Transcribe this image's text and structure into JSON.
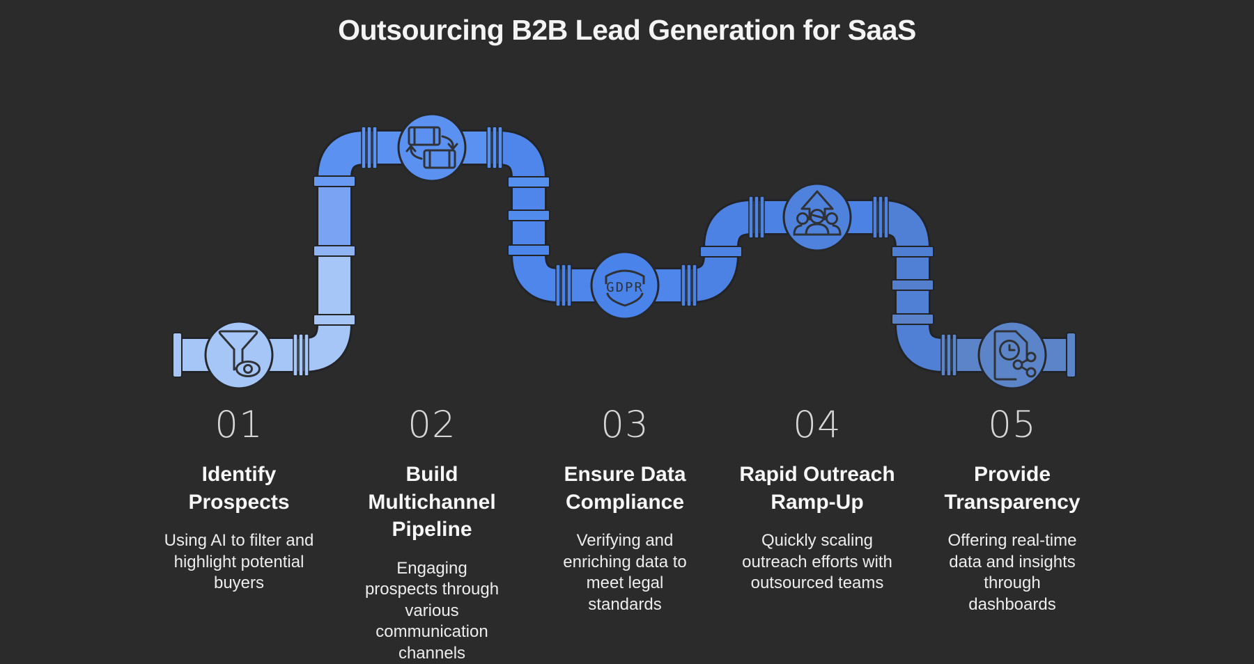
{
  "title": "Outsourcing B2B Lead Generation for SaaS",
  "colors": {
    "background": "#2b2b2c",
    "title_text": "#f4f4f4",
    "number_text": "#d6d6d6",
    "step_title_text": "#f7f7f7",
    "step_desc_text": "#ededed",
    "pipe_start": "#a6c6f7",
    "pipe_mid": "#4a83e9",
    "pipe_end": "#5c85c9"
  },
  "steps": [
    {
      "number": "01",
      "title": "Identify Prospects",
      "description": "Using AI to filter and highlight potential buyers",
      "icon": "funnel-eye-icon",
      "color": "#a6c6f7"
    },
    {
      "number": "02",
      "title": "Build Multichannel Pipeline",
      "description": "Engaging prospects through various communication channels",
      "icon": "sync-channels-icon",
      "color": "#5b92f1"
    },
    {
      "number": "03",
      "title": "Ensure Data Compliance",
      "description": "Verifying and enriching data to meet legal standards",
      "icon": "gdpr-shield-icon",
      "color": "#4a83e9",
      "badge": "GDPR"
    },
    {
      "number": "04",
      "title": "Rapid Outreach Ramp-Up",
      "description": "Quickly scaling outreach efforts with outsourced teams",
      "icon": "team-growth-icon",
      "color": "#4e82dd"
    },
    {
      "number": "05",
      "title": "Provide Transparency",
      "description": "Offering real-time data and insights through dashboards",
      "icon": "realtime-report-icon",
      "color": "#5c85c9"
    }
  ]
}
